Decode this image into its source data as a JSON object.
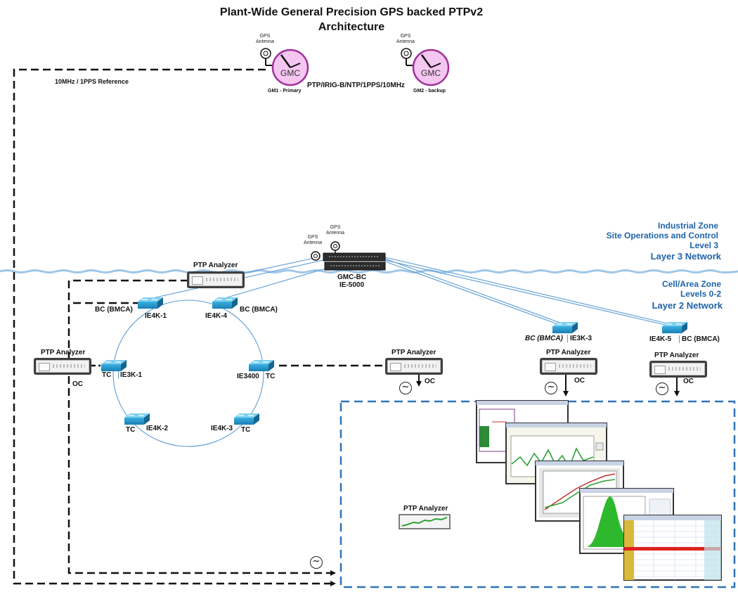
{
  "title": {
    "line1": "Plant-Wide General Precision GPS backed PTPv2",
    "line2": "Architecture"
  },
  "gps_antenna": "GPS Antenna",
  "gmc": {
    "label": "GMC",
    "gm1_caption": "GM1 - Primary",
    "gm2_caption": "GM2 - backup",
    "protocols": "PTP/IRIG-B/NTP/1PPS/10MHz",
    "reference": "10MHz / 1PPS Reference"
  },
  "gmc_bc": {
    "line1": "GMC-BC",
    "line2": "IE-5000"
  },
  "zones": {
    "industrial": [
      "Industrial Zone",
      "Site Operations and Control",
      "Level 3"
    ],
    "layer3": "Layer 3 Network",
    "cell": [
      "Cell/Area Zone",
      "Levels 0-2"
    ],
    "layer2": "Layer 2 Network"
  },
  "switches": {
    "ie4k1": "IE4K-1",
    "ie4k4": "IE4K-4",
    "ie3k1": "IE3K-1",
    "ie3400": "IE3400",
    "ie4k2": "IE4K-2",
    "ie4k3": "IE4K-3",
    "ie3k3": "IE3K-3",
    "ie4k5": "IE4K-5"
  },
  "roles": {
    "bc_bmca": "BC (BMCA)",
    "tc": "TC",
    "oc": "OC"
  },
  "ptp_analyzer": "PTP Analyzer",
  "colors": {
    "zone_text": "#1f63a9",
    "gmc_fill": "#f4c6f0",
    "gmc_border": "#a0309a",
    "link": "#5b9bd5",
    "dashed_box": "#2e75b6"
  }
}
